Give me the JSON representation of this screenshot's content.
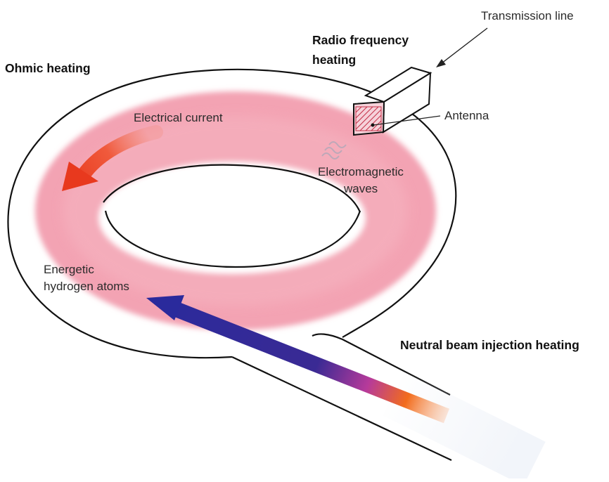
{
  "labels": {
    "transmission_line": "Transmission line",
    "rf_heating_line1": "Radio frequency",
    "rf_heating_line2": "heating",
    "ohmic_heating": "Ohmic heating",
    "electrical_current": "Electrical current",
    "antenna": "Antenna",
    "em_waves_line1": "Electromagnetic",
    "em_waves_line2": "waves",
    "energetic_line1": "Energetic",
    "energetic_line2": "hydrogen atoms",
    "neutral_beam": "Neutral beam injection heating"
  },
  "colors": {
    "plasma": "#f3a3b3",
    "plasma_glow": "#fbd6de",
    "current_arrow": "#ee4a2f",
    "beam_start": "#2a2a9c",
    "beam_mid": "#b63a9a",
    "beam_end": "#f26c1c",
    "outline": "#111111"
  },
  "icons": {
    "current_arrow": "curved-arrow-icon",
    "beam_arrow": "arrow-icon",
    "pointer_arrow": "arrow-icon"
  }
}
